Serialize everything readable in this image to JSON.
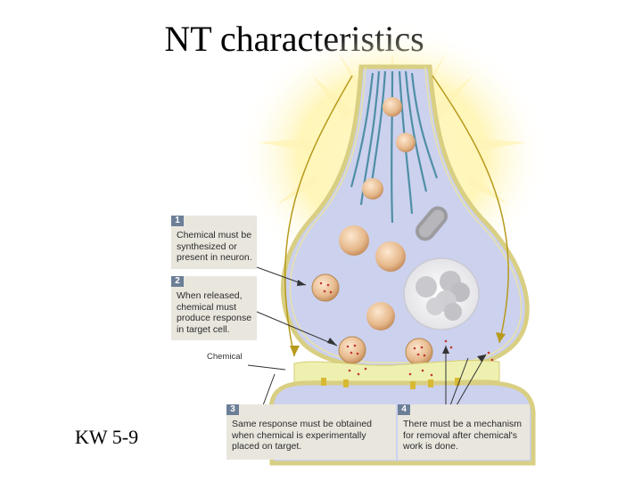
{
  "title": "NT characteristics",
  "caption": "KW 5-9",
  "diagram": {
    "chemical_label": "Chemical",
    "steps": [
      {
        "number": "1",
        "text": "Chemical must be synthesized or present in neuron."
      },
      {
        "number": "2",
        "text": "When released, chemical must produce response in target cell."
      },
      {
        "number": "3",
        "text": "Same response must be obtained when chemical is experimentally placed on target."
      },
      {
        "number": "4",
        "text": "There must be a mechanism for removal after chemical's work is done."
      }
    ]
  }
}
